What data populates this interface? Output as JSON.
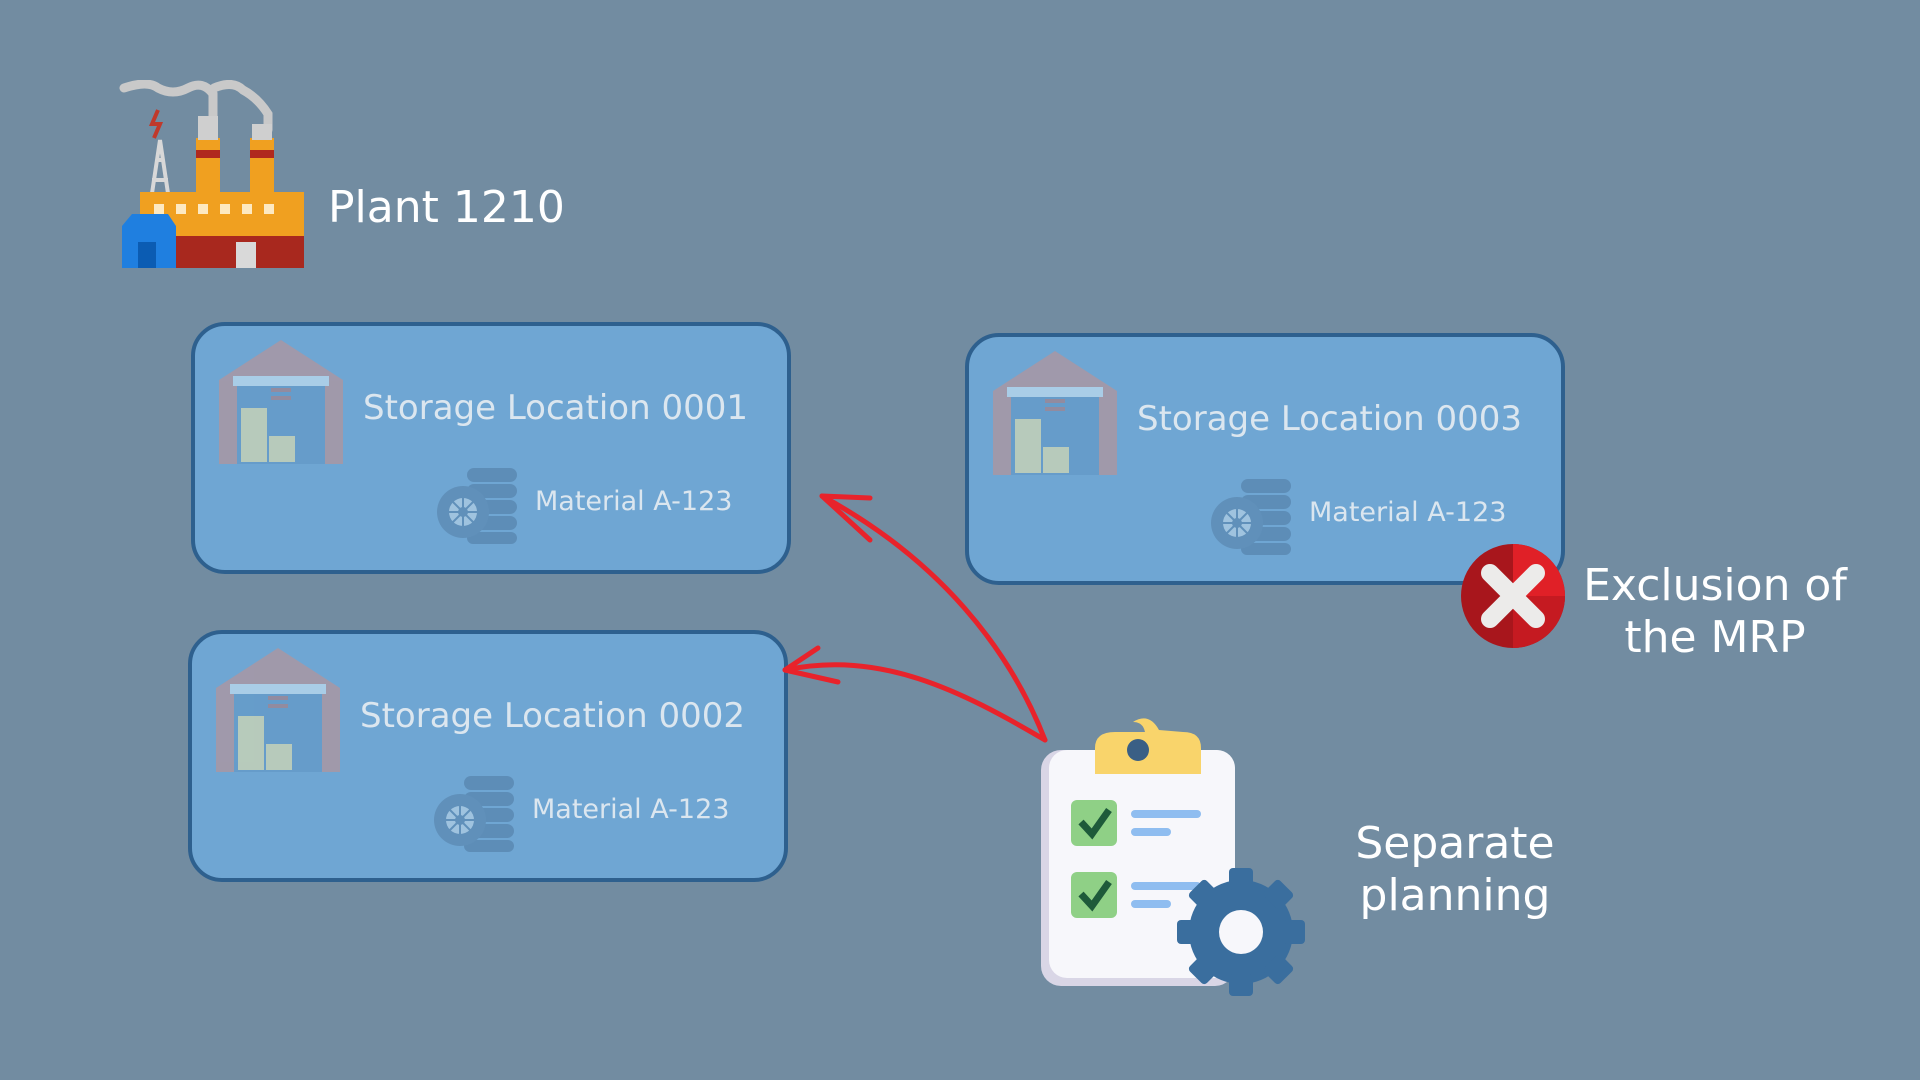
{
  "plant": {
    "label": "Plant 1210",
    "icon": "factory-icon"
  },
  "storage_locations": [
    {
      "title": "Storage Location 0001",
      "material": "Material A-123",
      "icon": "warehouse-icon",
      "material_icon": "tyres-icon"
    },
    {
      "title": "Storage Location 0002",
      "material": "Material A-123",
      "icon": "warehouse-icon",
      "material_icon": "tyres-icon"
    },
    {
      "title": "Storage Location 0003",
      "material": "Material A-123",
      "icon": "warehouse-icon",
      "material_icon": "tyres-icon"
    }
  ],
  "exclusion": {
    "line1": "Exclusion of",
    "line2": "the MRP",
    "icon": "red-x-icon"
  },
  "planning": {
    "line1": "Separate",
    "line2": "planning",
    "icon": "clipboard-gear-icon"
  },
  "colors": {
    "background": "#728ca1",
    "box_fill": "#6fa6d3",
    "box_border": "#2e608e",
    "arrow": "#e8232b",
    "exclusion_red": "#e02027"
  }
}
